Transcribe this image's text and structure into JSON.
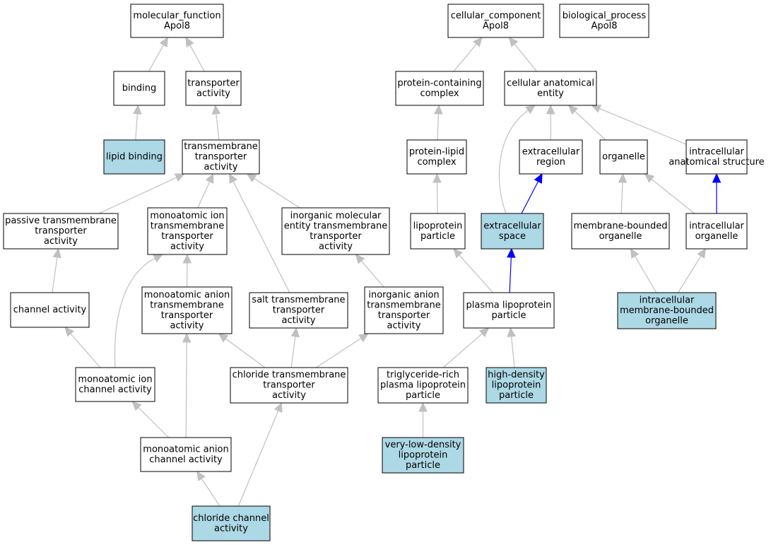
{
  "colors": {
    "highlight_fill": "#add8e6",
    "default_fill": "#ffffff",
    "edge_gray": "#c0c0c0",
    "edge_blue": "#0000ff"
  },
  "nodes": [
    {
      "id": "mf",
      "lines": [
        "molecular_function",
        "Apol8"
      ],
      "highlight": false
    },
    {
      "id": "binding",
      "lines": [
        "binding"
      ],
      "highlight": false
    },
    {
      "id": "transporter",
      "lines": [
        "transporter",
        "activity"
      ],
      "highlight": false
    },
    {
      "id": "lipid_binding",
      "lines": [
        "lipid binding"
      ],
      "highlight": true
    },
    {
      "id": "tm_transporter",
      "lines": [
        "transmembrane",
        "transporter",
        "activity"
      ],
      "highlight": false
    },
    {
      "id": "passive_tm",
      "lines": [
        "passive transmembrane",
        "transporter",
        "activity"
      ],
      "highlight": false
    },
    {
      "id": "mono_ion_tm",
      "lines": [
        "monoatomic ion",
        "transmembrane",
        "transporter",
        "activity"
      ],
      "highlight": false
    },
    {
      "id": "inorg_mol_tm",
      "lines": [
        "inorganic molecular",
        "entity transmembrane",
        "transporter",
        "activity"
      ],
      "highlight": false
    },
    {
      "id": "channel",
      "lines": [
        "channel activity"
      ],
      "highlight": false
    },
    {
      "id": "mono_anion_tm",
      "lines": [
        "monoatomic anion",
        "transmembrane",
        "transporter",
        "activity"
      ],
      "highlight": false
    },
    {
      "id": "salt_tm",
      "lines": [
        "salt transmembrane",
        "transporter",
        "activity"
      ],
      "highlight": false
    },
    {
      "id": "inorg_anion_tm",
      "lines": [
        "inorganic anion",
        "transmembrane",
        "transporter",
        "activity"
      ],
      "highlight": false
    },
    {
      "id": "mono_ion_channel",
      "lines": [
        "monoatomic ion",
        "channel activity"
      ],
      "highlight": false
    },
    {
      "id": "chloride_tm",
      "lines": [
        "chloride transmembrane",
        "transporter",
        "activity"
      ],
      "highlight": false
    },
    {
      "id": "mono_anion_channel",
      "lines": [
        "monoatomic anion",
        "channel activity"
      ],
      "highlight": false
    },
    {
      "id": "chloride_channel",
      "lines": [
        "chloride channel",
        "activity"
      ],
      "highlight": true
    },
    {
      "id": "cc",
      "lines": [
        "cellular_component",
        "Apol8"
      ],
      "highlight": false
    },
    {
      "id": "bp",
      "lines": [
        "biological_process",
        "Apol8"
      ],
      "highlight": false
    },
    {
      "id": "protein_complex",
      "lines": [
        "protein-containing",
        "complex"
      ],
      "highlight": false
    },
    {
      "id": "cae",
      "lines": [
        "cellular anatomical",
        "entity"
      ],
      "highlight": false
    },
    {
      "id": "protein_lipid",
      "lines": [
        "protein-lipid",
        "complex"
      ],
      "highlight": false
    },
    {
      "id": "extracellular_region",
      "lines": [
        "extracellular",
        "region"
      ],
      "highlight": false
    },
    {
      "id": "organelle",
      "lines": [
        "organelle"
      ],
      "highlight": false
    },
    {
      "id": "ias",
      "lines": [
        "intracellular",
        "anatomical structure"
      ],
      "highlight": false
    },
    {
      "id": "lipoprotein",
      "lines": [
        "lipoprotein",
        "particle"
      ],
      "highlight": false
    },
    {
      "id": "extracellular_space",
      "lines": [
        "extracellular",
        "space"
      ],
      "highlight": true
    },
    {
      "id": "mbo",
      "lines": [
        "membrane-bounded",
        "organelle"
      ],
      "highlight": false
    },
    {
      "id": "ic_organelle",
      "lines": [
        "intracellular",
        "organelle"
      ],
      "highlight": false
    },
    {
      "id": "plasma_lipo",
      "lines": [
        "plasma lipoprotein",
        "particle"
      ],
      "highlight": false
    },
    {
      "id": "imbo",
      "lines": [
        "intracellular",
        "membrane-bounded",
        "organelle"
      ],
      "highlight": true
    },
    {
      "id": "trl",
      "lines": [
        "triglyceride-rich",
        "plasma lipoprotein",
        "particle"
      ],
      "highlight": false
    },
    {
      "id": "hdl",
      "lines": [
        "high-density",
        "lipoprotein",
        "particle"
      ],
      "highlight": true
    },
    {
      "id": "vldl",
      "lines": [
        "very-low-density",
        "lipoprotein",
        "particle"
      ],
      "highlight": true
    }
  ],
  "edges": [
    {
      "from": "binding",
      "to": "mf",
      "color": "gray"
    },
    {
      "from": "transporter",
      "to": "mf",
      "color": "gray"
    },
    {
      "from": "lipid_binding",
      "to": "binding",
      "color": "gray"
    },
    {
      "from": "tm_transporter",
      "to": "transporter",
      "color": "gray"
    },
    {
      "from": "passive_tm",
      "to": "tm_transporter",
      "color": "gray"
    },
    {
      "from": "mono_ion_tm",
      "to": "tm_transporter",
      "color": "gray"
    },
    {
      "from": "inorg_mol_tm",
      "to": "tm_transporter",
      "color": "gray"
    },
    {
      "from": "salt_tm",
      "to": "tm_transporter",
      "color": "gray"
    },
    {
      "from": "channel",
      "to": "passive_tm",
      "color": "gray"
    },
    {
      "from": "mono_anion_tm",
      "to": "mono_ion_tm",
      "color": "gray"
    },
    {
      "from": "mono_ion_channel",
      "to": "mono_ion_tm",
      "color": "gray"
    },
    {
      "from": "inorg_anion_tm",
      "to": "inorg_mol_tm",
      "color": "gray"
    },
    {
      "from": "mono_ion_channel",
      "to": "channel",
      "color": "gray"
    },
    {
      "from": "chloride_tm",
      "to": "mono_anion_tm",
      "color": "gray"
    },
    {
      "from": "chloride_tm",
      "to": "salt_tm",
      "color": "gray"
    },
    {
      "from": "chloride_tm",
      "to": "inorg_anion_tm",
      "color": "gray"
    },
    {
      "from": "mono_anion_channel",
      "to": "mono_ion_channel",
      "color": "gray"
    },
    {
      "from": "mono_anion_channel",
      "to": "mono_anion_tm",
      "color": "gray"
    },
    {
      "from": "chloride_channel",
      "to": "mono_anion_channel",
      "color": "gray"
    },
    {
      "from": "chloride_channel",
      "to": "chloride_tm",
      "color": "gray"
    },
    {
      "from": "protein_complex",
      "to": "cc",
      "color": "gray"
    },
    {
      "from": "cae",
      "to": "cc",
      "color": "gray"
    },
    {
      "from": "protein_lipid",
      "to": "protein_complex",
      "color": "gray"
    },
    {
      "from": "extracellular_region",
      "to": "cae",
      "color": "gray"
    },
    {
      "from": "organelle",
      "to": "cae",
      "color": "gray"
    },
    {
      "from": "ias",
      "to": "cae",
      "color": "gray"
    },
    {
      "from": "extracellular_space",
      "to": "cae",
      "color": "gray"
    },
    {
      "from": "lipoprotein",
      "to": "protein_lipid",
      "color": "gray"
    },
    {
      "from": "extracellular_space",
      "to": "extracellular_region",
      "color": "blue"
    },
    {
      "from": "mbo",
      "to": "organelle",
      "color": "gray"
    },
    {
      "from": "ic_organelle",
      "to": "organelle",
      "color": "gray"
    },
    {
      "from": "ic_organelle",
      "to": "ias",
      "color": "blue"
    },
    {
      "from": "plasma_lipo",
      "to": "lipoprotein",
      "color": "gray"
    },
    {
      "from": "plasma_lipo",
      "to": "extracellular_space",
      "color": "blue"
    },
    {
      "from": "imbo",
      "to": "mbo",
      "color": "gray"
    },
    {
      "from": "imbo",
      "to": "ic_organelle",
      "color": "gray"
    },
    {
      "from": "trl",
      "to": "plasma_lipo",
      "color": "gray"
    },
    {
      "from": "hdl",
      "to": "plasma_lipo",
      "color": "gray"
    },
    {
      "from": "vldl",
      "to": "trl",
      "color": "gray"
    }
  ]
}
